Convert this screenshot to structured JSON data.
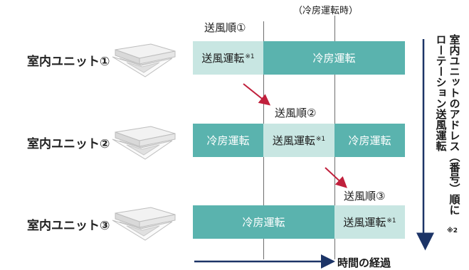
{
  "header": {
    "cooling_mode_time": "（冷房運転時）"
  },
  "units": [
    {
      "label": "室内ユニット①"
    },
    {
      "label": "室内ユニット②"
    },
    {
      "label": "室内ユニット③"
    }
  ],
  "rows": [
    {
      "order_label": "送風順①",
      "segments": [
        {
          "text": "送風運転",
          "note": "※1",
          "type": "fan"
        },
        {
          "text": "冷房運転",
          "note": "",
          "type": "cool"
        }
      ]
    },
    {
      "order_label": "送風順②",
      "segments": [
        {
          "text": "冷房運転",
          "note": "",
          "type": "cool"
        },
        {
          "text": "送風運転",
          "note": "※1",
          "type": "fan"
        },
        {
          "text": "冷房運転",
          "note": "",
          "type": "cool"
        }
      ]
    },
    {
      "order_label": "送風順③",
      "segments": [
        {
          "text": "冷房運転",
          "note": "",
          "type": "cool"
        },
        {
          "text": "送風運転",
          "note": "※1",
          "type": "fan"
        }
      ]
    }
  ],
  "time_arrow_label": "時間の経過",
  "side": {
    "col1": "室内ユニットのアドレス（番号）順に",
    "col2": "ローテーション送風運転",
    "note": "※2"
  },
  "colors": {
    "cooling": "#5ab3ae",
    "fan": "#c8e6e2",
    "arrow_red": "#c0203c",
    "arrow_navy": "#1c3467"
  }
}
